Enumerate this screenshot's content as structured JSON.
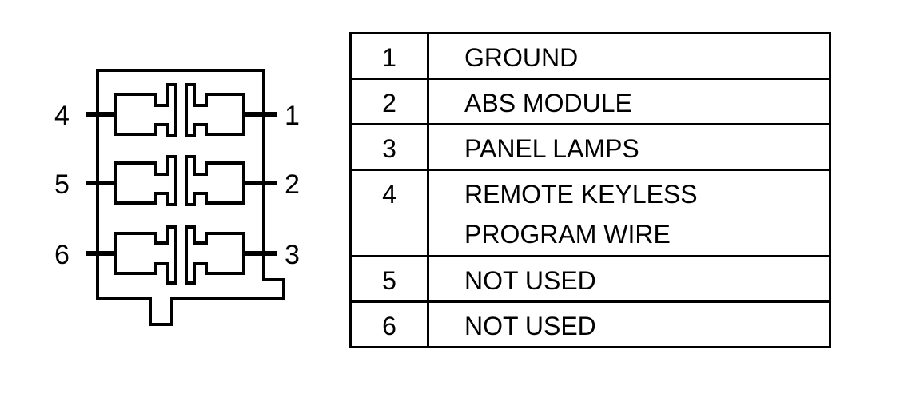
{
  "diagram": {
    "pin_labels_left": [
      "4",
      "5",
      "6"
    ],
    "pin_labels_right": [
      "1",
      "2",
      "3"
    ]
  },
  "table": {
    "rows": [
      {
        "pin": "1",
        "description": "GROUND"
      },
      {
        "pin": "2",
        "description": "ABS MODULE"
      },
      {
        "pin": "3",
        "description": "PANEL LAMPS"
      },
      {
        "pin": "4",
        "description": "REMOTE KEYLESS\nPROGRAM WIRE"
      },
      {
        "pin": "5",
        "description": "NOT USED"
      },
      {
        "pin": "6",
        "description": "NOT USED"
      }
    ]
  },
  "colors": {
    "line": "#000000",
    "background": "#ffffff"
  }
}
